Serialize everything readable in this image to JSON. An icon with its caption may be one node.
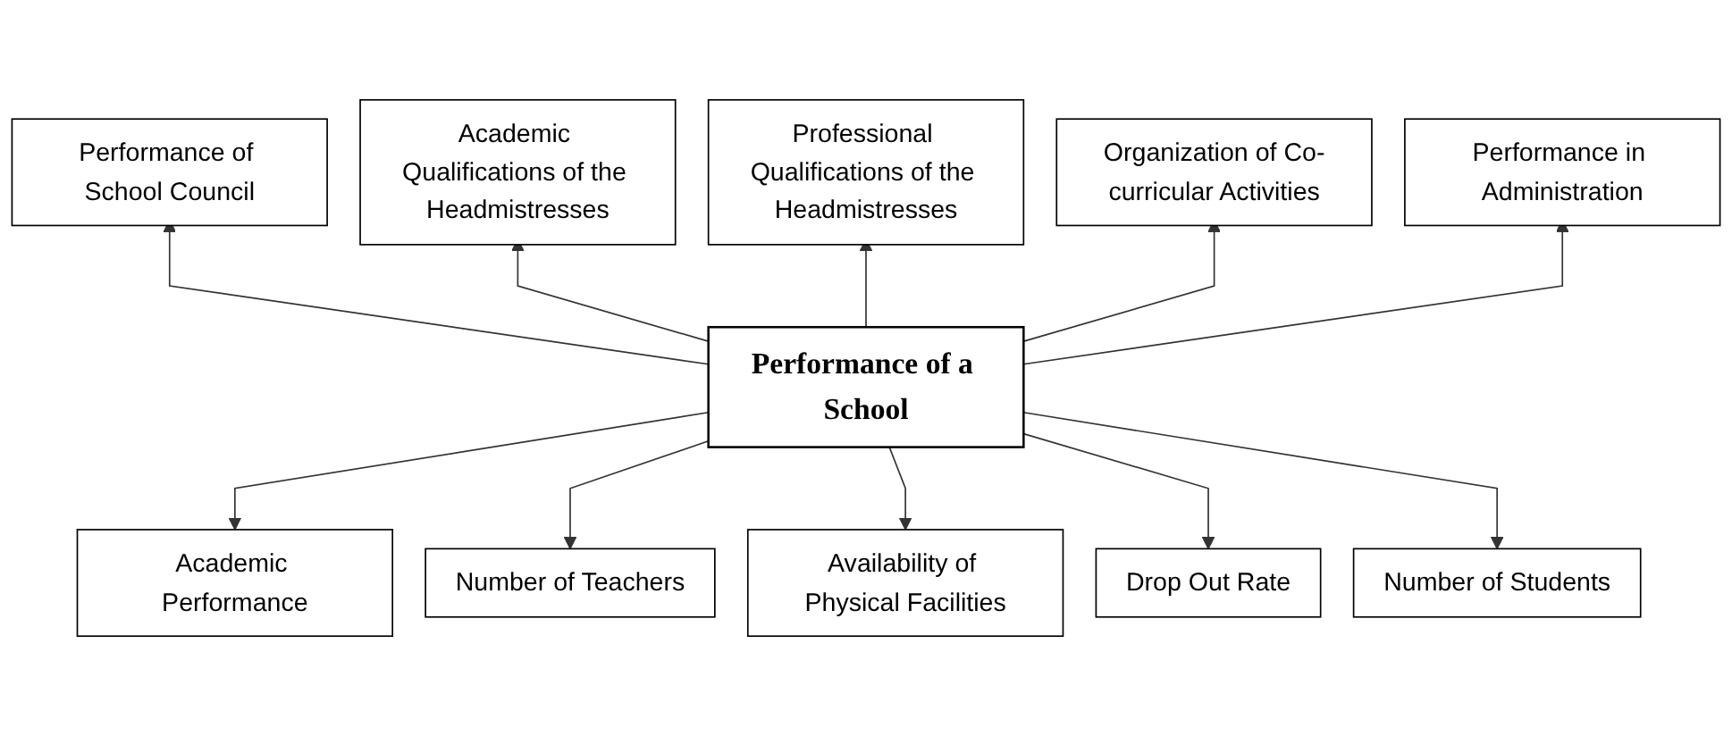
{
  "diagram": {
    "nodes": [
      {
        "text": [
          "Performance of a School"
        ]
      },
      {
        "text": [
          "Performance of School Council"
        ]
      },
      {
        "text": [
          "Academic Qualifications of the Headmistresses"
        ]
      },
      {
        "text": [
          "Professional Qualifications of the Headmistresses"
        ]
      },
      {
        "text": [
          "Organization of Co-curricular Activities"
        ]
      },
      {
        "text": [
          "Performance in Administration"
        ]
      },
      {
        "text": [
          "Academic Performance"
        ]
      },
      {
        "text": [
          "Number of Teachers"
        ]
      },
      {
        "text": [
          "Availability of Physical Facilities"
        ]
      },
      {
        "text": [
          "Drop Out Rate"
        ]
      },
      {
        "text": [
          "Number of Students"
        ]
      }
    ],
    "edges": [
      {
        "from": 0,
        "to": 1,
        "arrow": "to"
      },
      {
        "from": 0,
        "to": 2,
        "arrow": "to"
      },
      {
        "from": 0,
        "to": 3,
        "arrow": "to"
      },
      {
        "from": 0,
        "to": 4,
        "arrow": "to"
      },
      {
        "from": 0,
        "to": 5,
        "arrow": "to"
      },
      {
        "from": 0,
        "to": 6,
        "arrow": "to"
      },
      {
        "from": 0,
        "to": 7,
        "arrow": "to"
      },
      {
        "from": 0,
        "to": 8,
        "arrow": "to"
      },
      {
        "from": 0,
        "to": 9,
        "arrow": "to"
      },
      {
        "from": 0,
        "to": 10,
        "arrow": "to"
      }
    ]
  }
}
